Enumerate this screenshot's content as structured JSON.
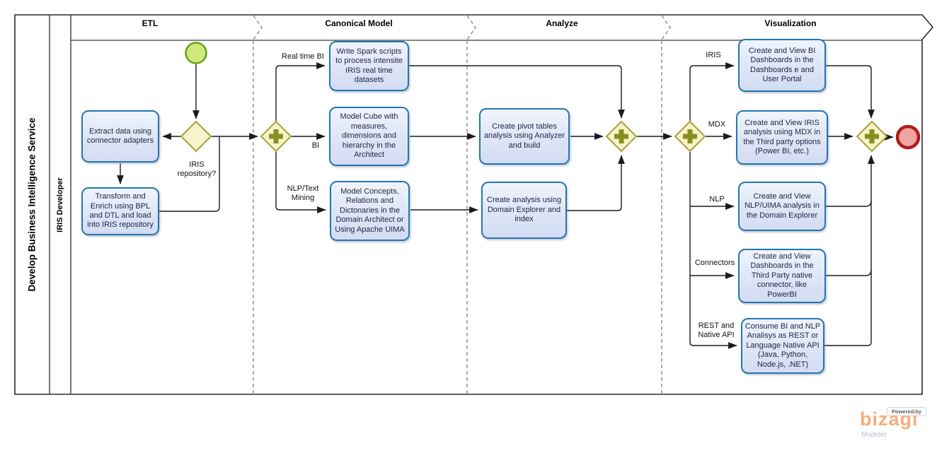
{
  "pool": {
    "title": "Develop Business Intelligence Service",
    "lane": "IRIS Developer"
  },
  "phases": [
    {
      "label": "ETL"
    },
    {
      "label": "Canonical Model"
    },
    {
      "label": "Analyze"
    },
    {
      "label": "Visualization"
    }
  ],
  "tasks": [
    {
      "id": "extract",
      "text": "Extract data using connector adapters"
    },
    {
      "id": "transform",
      "text": "Transform and Enrich using BPL and DTL and load into IRIS repository"
    },
    {
      "id": "spark",
      "text": "Write Spark scripts to process intensite IRIS real time datasets"
    },
    {
      "id": "cube",
      "text": "Model Cube with measures, dimensions and hierarchy in the Architect"
    },
    {
      "id": "concepts",
      "text": "Model Concepts, Relations and Dictonaries in the Domain Architect or Using Apache UIMA"
    },
    {
      "id": "pivot",
      "text": "Create pivot tables analysis using Analyzer and build"
    },
    {
      "id": "domain",
      "text": "Create analysis using Domain Explorer and index"
    },
    {
      "id": "bi_dash",
      "text": "Create and View BI Dashboards in the Dashboards e and User Portal"
    },
    {
      "id": "mdx",
      "text": "Create and View IRIS analysis using MDX in the Third party options (Power BI, etc.)"
    },
    {
      "id": "nlp",
      "text": "Create and View NLP/UIMA analysis in the Domain Explorer"
    },
    {
      "id": "connectors",
      "text": "Create and View Dashboards in the Third Party native connector, like PowerBI"
    },
    {
      "id": "rest",
      "text": "Consume BI and NLP Analisys as REST or Language Native API (Java, Python, Node.js, .NET)"
    }
  ],
  "labels": {
    "gateway_question": "IRIS repository?",
    "real_time_bi": "Real time BI",
    "bi": "BI",
    "nlp_text_mining": "NLP/Text Mining",
    "iris": "IRIS",
    "mdx": "MDX",
    "nlp": "NLP",
    "connectors": "Connectors",
    "rest_native": "REST and Native API"
  },
  "branding": {
    "powered_by": "Powered by",
    "brand": "bizagi",
    "product": "Modeler"
  },
  "colors": {
    "task_fill": "#dde5f6",
    "task_border": "#2277b2",
    "gateway_fill": "#f7f4cc",
    "gateway_border": "#a6a138",
    "gateway_marker": "#8b8d1e",
    "start_fill": "#cfe97e",
    "start_border": "#67a414",
    "end_fill": "#f0a5a2",
    "end_border": "#b21b1e",
    "flow": "#1a1a1a",
    "brand_orange": "#f5ae7c"
  }
}
